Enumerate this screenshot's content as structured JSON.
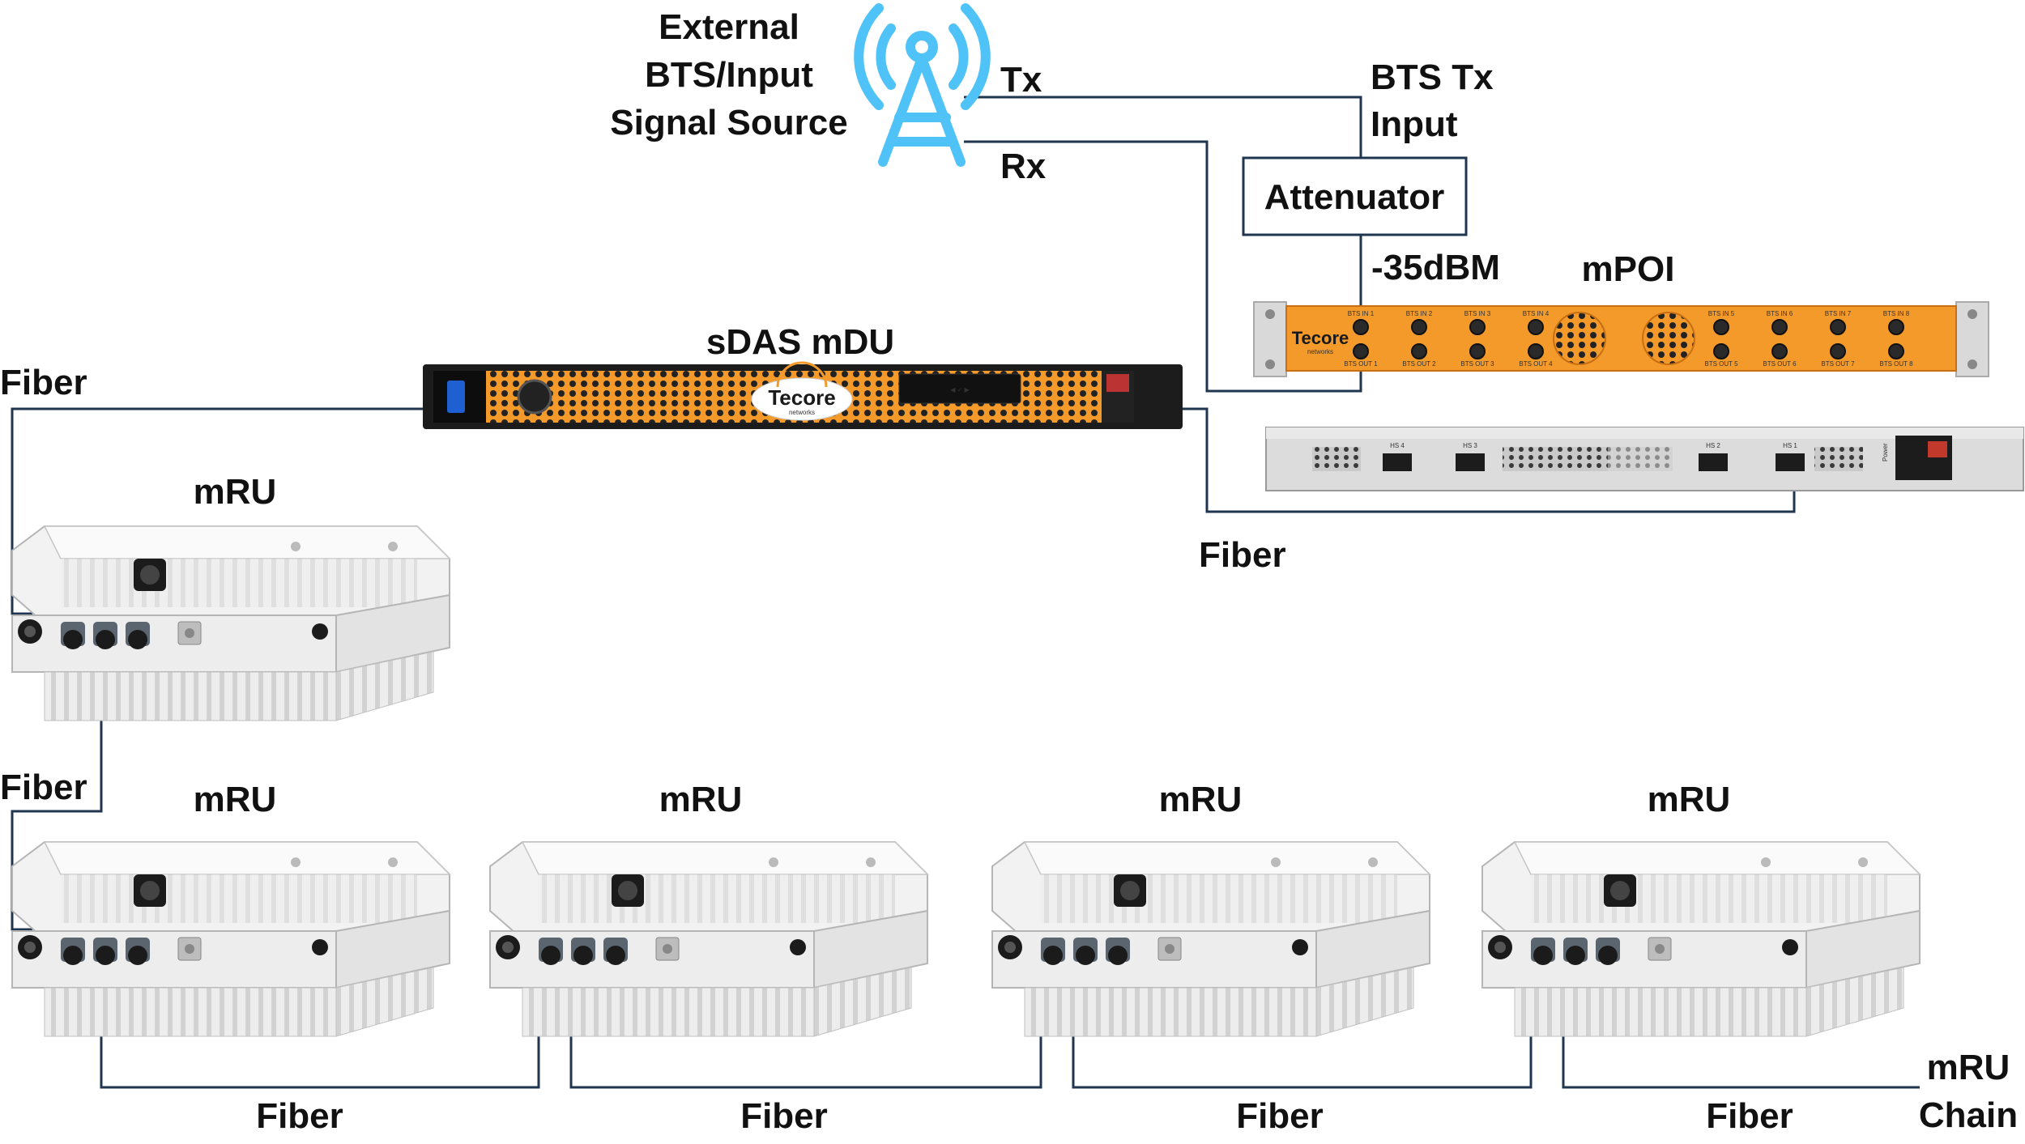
{
  "labels": {
    "source": [
      "External",
      "BTS/Input",
      "Signal Source"
    ],
    "tx": "Tx",
    "rx": "Rx",
    "bts_tx_input": [
      "BTS Tx",
      "Input"
    ],
    "attenuator": "Attenuator",
    "level": "-35dBM",
    "mpoi": "mPOI",
    "mdu": "sDAS mDU",
    "fiber": "Fiber",
    "mru": "mRU",
    "mru_chain": [
      "mRU",
      "Chain"
    ]
  },
  "branding": {
    "logo_text": "Tecore",
    "logo_sub": "networks"
  },
  "mpoi_ports": {
    "top": [
      "BTS IN 1",
      "BTS IN 2",
      "BTS IN 3",
      "BTS IN 4",
      "BTS IN 5",
      "BTS IN 6",
      "BTS IN 7",
      "BTS IN 8"
    ],
    "bottom": [
      "BTS OUT 1",
      "BTS OUT 2",
      "BTS OUT 3",
      "BTS OUT 4",
      "BTS OUT 5",
      "BTS OUT 6",
      "BTS OUT 7",
      "BTS OUT 8"
    ]
  },
  "rear_ports": [
    "HS 4",
    "HS 3",
    "HS 2",
    "HS 1"
  ],
  "rear_power": "Power",
  "colors": {
    "antenna": "#4fc3f7",
    "line": "#1f3550",
    "orange": "#f39a2b",
    "panel_dark": "#1c1c1c"
  }
}
